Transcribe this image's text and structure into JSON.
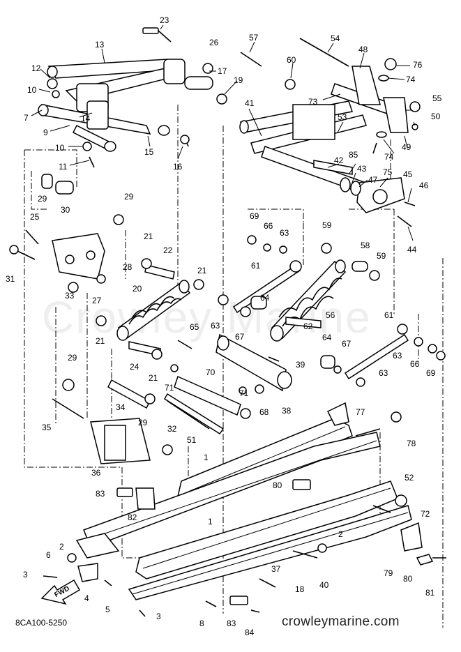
{
  "callouts": [
    "1",
    "2",
    "3",
    "4",
    "5",
    "6",
    "7",
    "8",
    "9",
    "10",
    "11",
    "12",
    "13",
    "14",
    "15",
    "16",
    "17",
    "18",
    "19",
    "20",
    "21",
    "22",
    "23",
    "24",
    "25",
    "26",
    "27",
    "28",
    "29",
    "30",
    "31",
    "32",
    "33",
    "34",
    "35",
    "36",
    "37",
    "38",
    "39",
    "40",
    "41",
    "42",
    "43",
    "44",
    "45",
    "46",
    "47",
    "48",
    "49",
    "50",
    "51",
    "52",
    "53",
    "54",
    "55",
    "56",
    "57",
    "58",
    "59",
    "60",
    "61",
    "62",
    "63",
    "64",
    "65",
    "66",
    "67",
    "68",
    "69",
    "70",
    "71",
    "72",
    "73",
    "74",
    "75",
    "76",
    "77",
    "78",
    "79",
    "80",
    "81",
    "82",
    "83",
    "84",
    "85"
  ],
  "fwd_label": "FWD",
  "diagram_code": "8CA100-5250",
  "watermark": "Crowley Marine",
  "website": "crowleymarine.com"
}
